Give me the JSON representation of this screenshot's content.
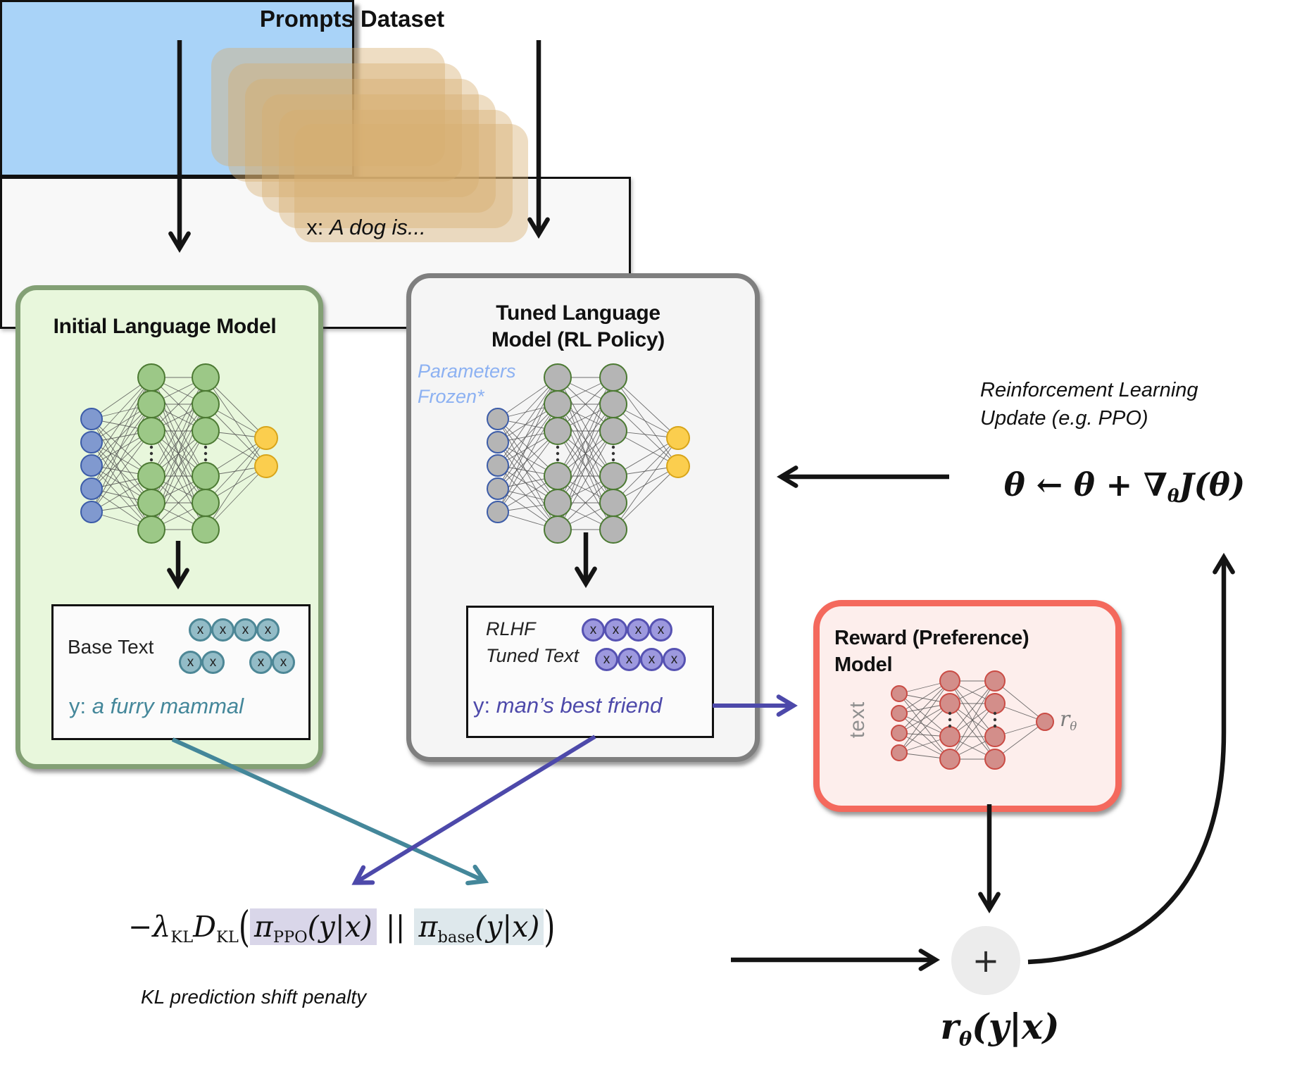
{
  "colors": {
    "tan_card": "#d7af6f",
    "green_box_bg": "#e8f7dc",
    "green_box_border": "#83a075",
    "gray_box_bg": "#f5f5f5",
    "gray_box_border": "#7f7f7f",
    "red_box_bg": "#fdeeec",
    "blue_box_bg": "#a9d3f8",
    "red_box_border": "#f4695d",
    "kl_box_bg": "#f8f8f8",
    "teal": "#44879a",
    "purple": "#4d49aa",
    "frozen_blue": "#8cb1f2",
    "teal_chip_bg": "#93bcc7",
    "teal_chip_border": "#4d8796",
    "purple_chip_bg": "#9d99de",
    "purple_chip_border": "#5652b2",
    "hl_ppo": "#d9d6e9",
    "hl_base": "#dee8ec",
    "node_blue": "#8099cf",
    "node_blue_border": "#3c5ca8",
    "node_green": "#9cc887",
    "node_green_border": "#4c7a33",
    "node_yellow": "#fbce4e",
    "node_yellow_border": "#d8a51a",
    "node_gray": "#b5b5b5",
    "node_pink": "#d38e8a",
    "node_pink_border": "#ca4b44",
    "plus_circle_bg": "#ececec"
  },
  "header": {
    "title": "Prompts Dataset",
    "example_prefix": "x:",
    "example_text": "A dog is..."
  },
  "initial_model": {
    "title": "Initial Language Model",
    "output": {
      "label": "Base Text",
      "tokens_row1": [
        "x",
        "x",
        "x",
        "x"
      ],
      "tokens_row2": [
        "x",
        "x",
        null,
        "x",
        "x"
      ],
      "y_prefix": "y:",
      "y_text": "a furry mammal"
    }
  },
  "tuned_model": {
    "title1": "Tuned Language",
    "title2": "Model (RL Policy)",
    "frozen1": "Parameters",
    "frozen2": "Frozen*",
    "output": {
      "label1": "RLHF",
      "label2": "Tuned Text",
      "tokens_row1": [
        "x",
        "x",
        "x",
        "x"
      ],
      "tokens_row2": [
        "x",
        "x",
        "x",
        "x"
      ],
      "y_prefix": "y:",
      "y_text": "man’s best friend"
    }
  },
  "reward_model": {
    "title1": "Reward (Preference)",
    "title2": "Model",
    "input_label": "text",
    "out_r": "r",
    "out_sub": "θ"
  },
  "rl_update": {
    "line1": "Reinforcement Learning",
    "line2": "Update (e.g. PPO)",
    "f_theta1": "θ",
    "f_arrow": "←",
    "f_theta2": "θ",
    "f_plus": "+",
    "f_nabla": "∇",
    "f_nabla_sub": "θ",
    "f_J": "J(θ)"
  },
  "kl_box": {
    "f_neg_lambda": "−λ",
    "f_sub_kl1": "KL",
    "f_D": "D",
    "f_sub_kl2": "KL",
    "f_open": "(",
    "f_pi1": "π",
    "f_sub_ppo": "PPO",
    "f_args1": "(y|x)",
    "f_bars": "||",
    "f_pi2": "π",
    "f_sub_base": "base",
    "f_args2": "(y|x)",
    "f_close": ")",
    "caption": "KL prediction shift penalty"
  },
  "sum_node": {
    "symbol": "+"
  },
  "output_formula": {
    "r": "r",
    "sub": "θ",
    "args": "(y|x)"
  }
}
